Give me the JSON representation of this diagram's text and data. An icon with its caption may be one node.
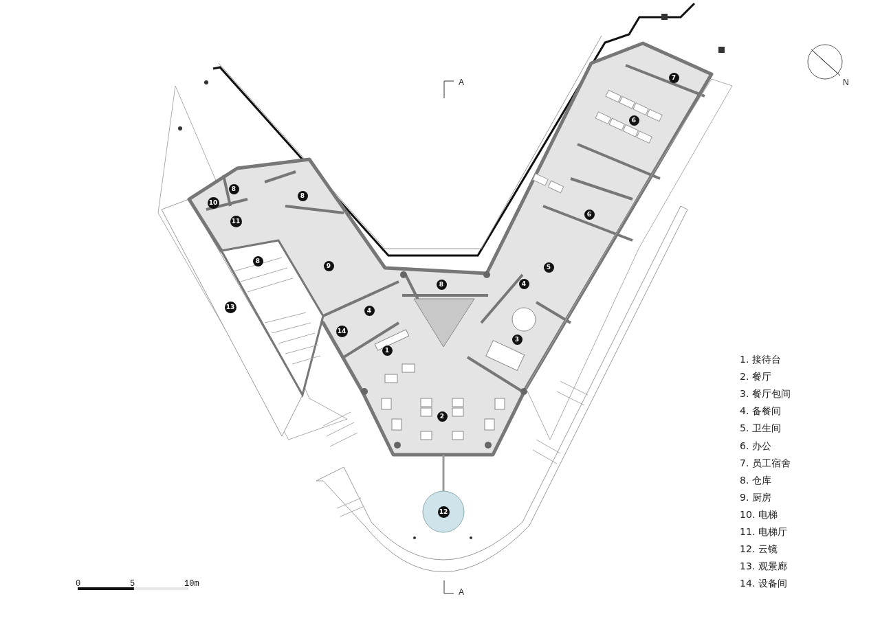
{
  "diagram": {
    "labels": [
      "A",
      "N",
      "7",
      "6",
      "8",
      "8",
      "10",
      "6",
      "11",
      "8",
      "9",
      "5",
      "8",
      "4",
      "13",
      "4",
      "14",
      "3",
      "1",
      "2",
      "12",
      "1. 接待台",
      "2. 餐厅",
      "3. 餐厅包间",
      "4. 备餐间",
      "5. 卫生间",
      "6. 办公",
      "7. 员工宿舍",
      "8. 仓库",
      "9. 厨房",
      "10. 电梯",
      "11. 电梯厅",
      "12. 云镜",
      "13. 观景廊",
      "14. 设备间",
      "0",
      "5",
      "10m",
      "A"
    ]
  }
}
